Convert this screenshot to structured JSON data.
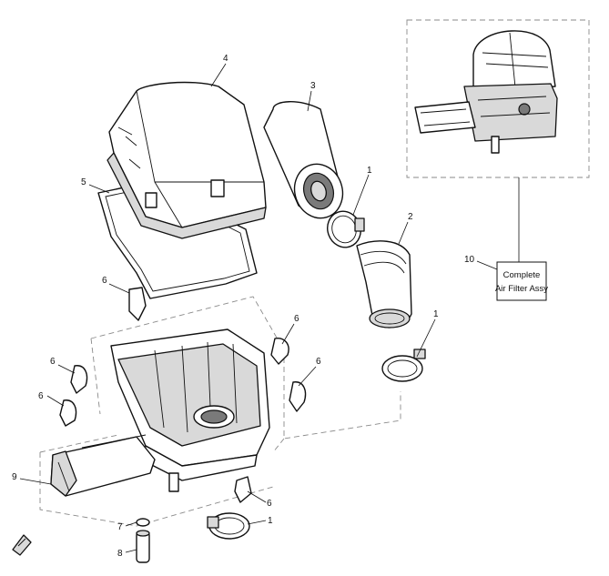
{
  "callouts": {
    "c1a": "1",
    "c1b": "1",
    "c1c": "1",
    "c2": "2",
    "c3": "3",
    "c4": "4",
    "c5": "5",
    "c6a": "6",
    "c6b": "6",
    "c6c": "6",
    "c6d": "6",
    "c6e": "6",
    "c6f": "6",
    "c7": "7",
    "c8": "8",
    "c9": "9",
    "c10": "10"
  },
  "assembly_box": {
    "line1": "Complete",
    "line2": "Air Filter Assy"
  },
  "icons": {
    "corner": "corner-marker-icon"
  }
}
